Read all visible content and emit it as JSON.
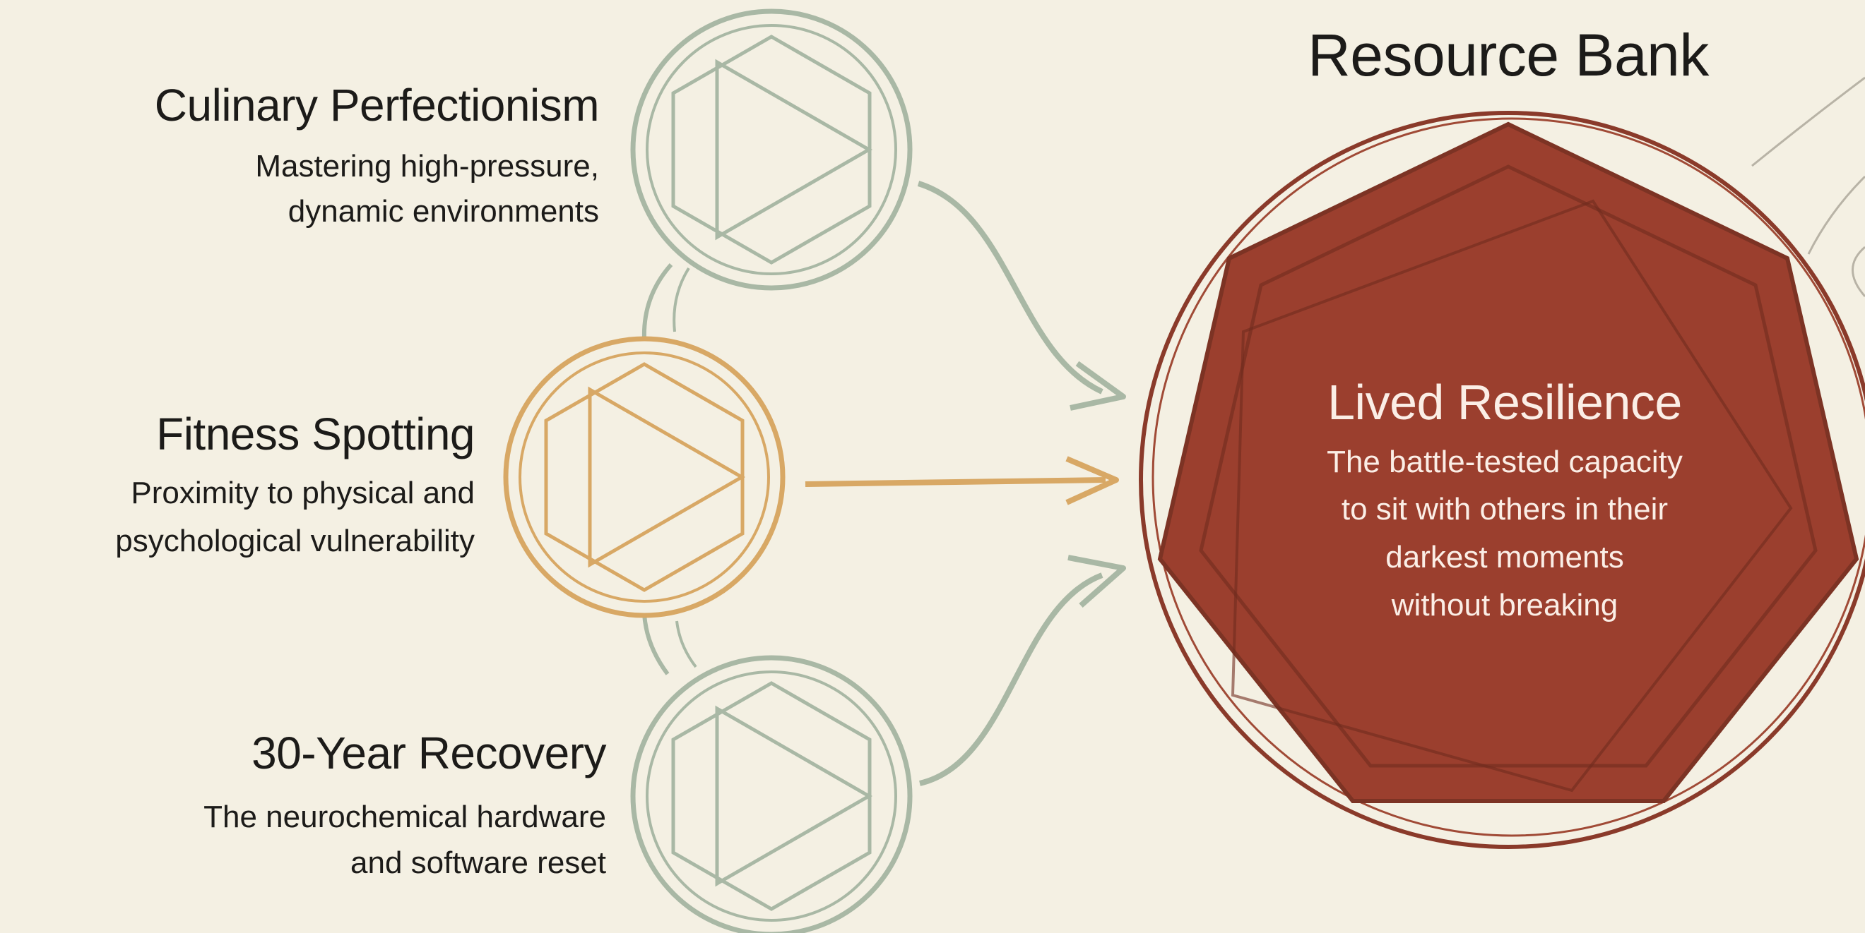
{
  "bank": {
    "title": "Resource Bank",
    "center_title": "Lived Resilience",
    "center_lines": [
      "The battle-tested capacity",
      "to sit with others in their",
      "darkest moments",
      "without breaking"
    ]
  },
  "sources": [
    {
      "title": "Culinary Perfectionism",
      "lines": [
        "Mastering high-pressure,",
        "dynamic environments"
      ]
    },
    {
      "title": "Fitness Spotting",
      "lines": [
        "Proximity to physical and",
        "psychological vulnerability"
      ]
    },
    {
      "title": "30-Year Recovery",
      "lines": [
        "The neurochemical hardware",
        "and software reset"
      ]
    }
  ],
  "colors": {
    "background": "#f4f0e3",
    "sage": "#a9b8a5",
    "gold": "#d8a865",
    "bank_fill": "#9b3f2e",
    "bank_outline": "#8a3a2a",
    "bank_text": "#fbeee6"
  },
  "icons": {
    "source_emblem": "triangle-in-hexagon-in-circle",
    "bank_emblem": "heptagon-in-circle"
  }
}
